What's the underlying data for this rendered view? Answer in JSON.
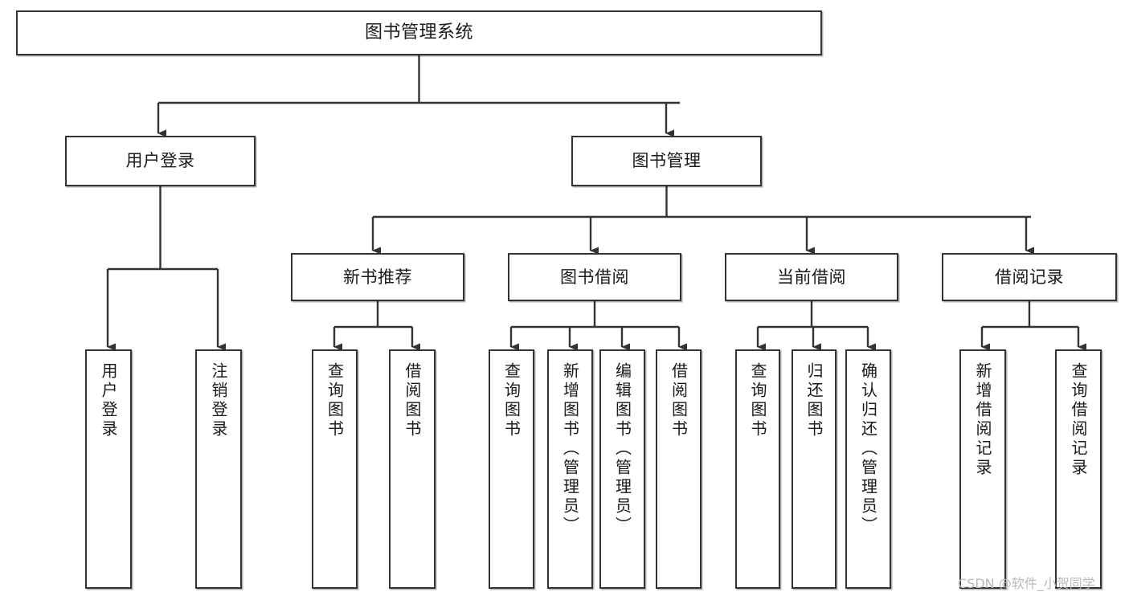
{
  "diagram": {
    "title": "图书管理系统",
    "type": "tree",
    "watermark": "CSDN @软件_小贺同学",
    "line_color": "#333333",
    "box_fill": "#ffffff",
    "text_color": "#1a1a1a",
    "root": {
      "id": "root",
      "label": "图书管理系统"
    },
    "level2": [
      {
        "id": "user-login",
        "label": "用户登录"
      },
      {
        "id": "book-manage",
        "label": "图书管理"
      }
    ],
    "level3": [
      {
        "id": "new-book-rec",
        "label": "新书推荐",
        "parent": "book-manage"
      },
      {
        "id": "book-borrow",
        "label": "图书借阅",
        "parent": "book-manage"
      },
      {
        "id": "current-borrow",
        "label": "当前借阅",
        "parent": "book-manage"
      },
      {
        "id": "borrow-record",
        "label": "借阅记录",
        "parent": "book-manage"
      }
    ],
    "leaves": [
      {
        "id": "leaf-user-login",
        "label": "用户登录",
        "parent": "user-login"
      },
      {
        "id": "leaf-user-logout",
        "label": "注销登录",
        "parent": "user-login"
      },
      {
        "id": "leaf-query-book-1",
        "label": "查询图书",
        "parent": "new-book-rec"
      },
      {
        "id": "leaf-borrow-book-1",
        "label": "借阅图书",
        "parent": "new-book-rec"
      },
      {
        "id": "leaf-query-book-2",
        "label": "查询图书",
        "parent": "book-borrow"
      },
      {
        "id": "leaf-add-book",
        "label": "新增图书（管理员）",
        "parent": "book-borrow"
      },
      {
        "id": "leaf-edit-book",
        "label": "编辑图书（管理员）",
        "parent": "book-borrow"
      },
      {
        "id": "leaf-borrow-book-2",
        "label": "借阅图书",
        "parent": "book-borrow"
      },
      {
        "id": "leaf-query-book-3",
        "label": "查询图书",
        "parent": "current-borrow"
      },
      {
        "id": "leaf-return-book",
        "label": "归还图书",
        "parent": "current-borrow"
      },
      {
        "id": "leaf-confirm-return",
        "label": "确认归还（管理员）",
        "parent": "current-borrow"
      },
      {
        "id": "leaf-add-record",
        "label": "新增借阅记录",
        "parent": "borrow-record"
      },
      {
        "id": "leaf-query-record",
        "label": "查询借阅记录",
        "parent": "borrow-record"
      }
    ]
  }
}
